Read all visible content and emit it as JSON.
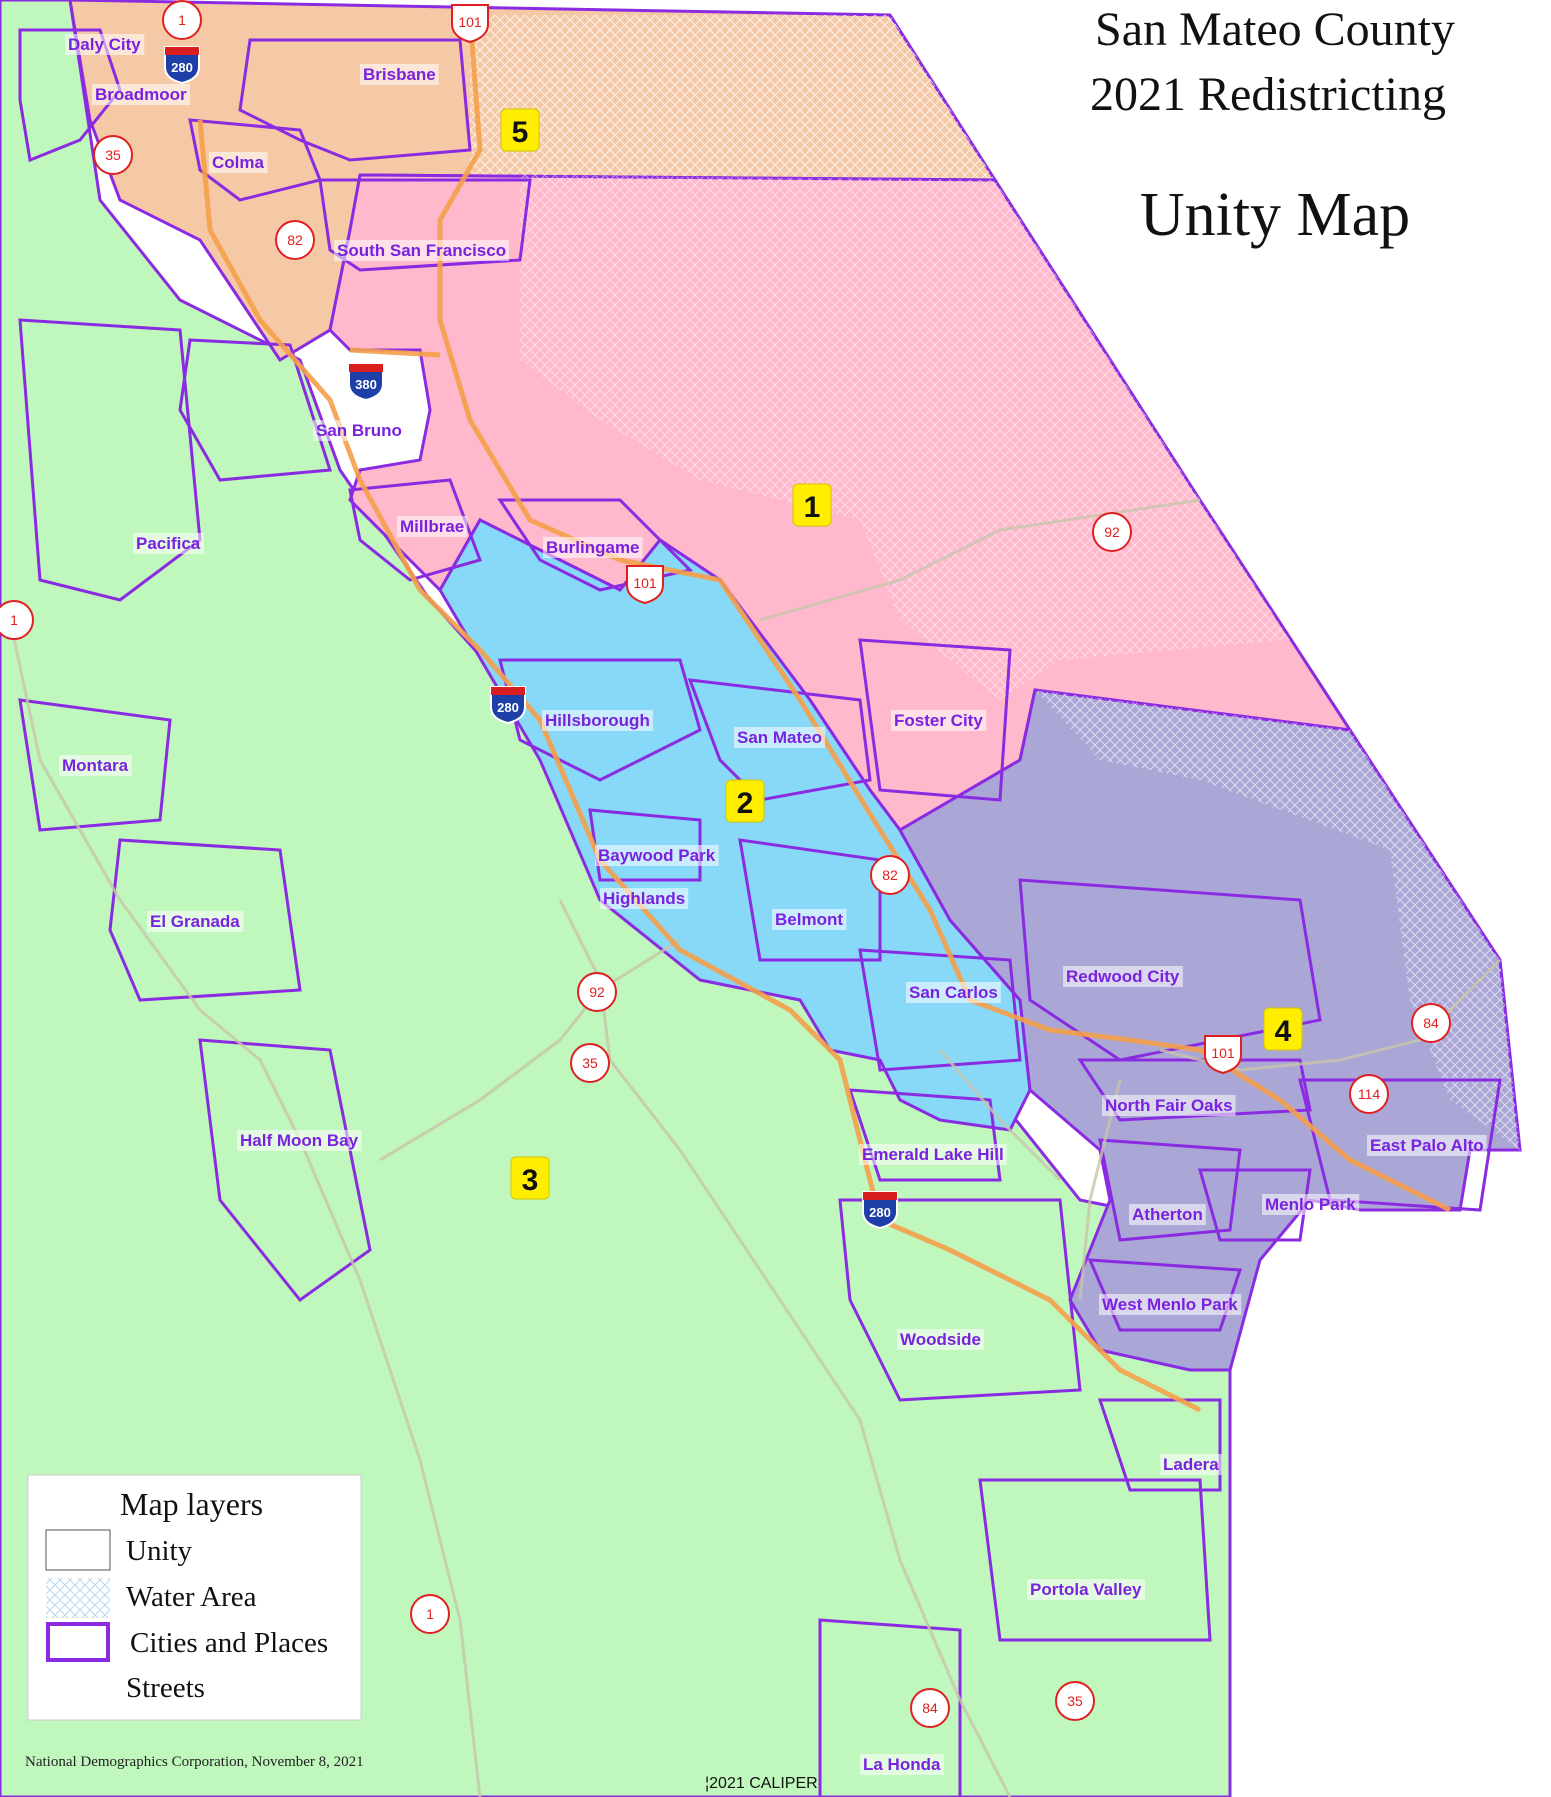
{
  "title": {
    "line1": "San Mateo County",
    "line2": "2021 Redistricting",
    "line3": "Unity Map"
  },
  "colors": {
    "district_1": "#ffb8cc",
    "district_2": "#88d8f8",
    "district_3": "#bff7bd",
    "district_4": "#aaa7d6",
    "district_5": "#f5c9a6",
    "boundary": "#8a2be2",
    "freeway": "#f5a04a",
    "street": "#c8c4aa",
    "shield_red": "#e02020",
    "district_label_bg": "#ffee00"
  },
  "districts": [
    {
      "number": "1"
    },
    {
      "number": "2"
    },
    {
      "number": "3"
    },
    {
      "number": "4"
    },
    {
      "number": "5"
    }
  ],
  "places": [
    "Daly City",
    "Broadmoor",
    "Brisbane",
    "Colma",
    "South San Francisco",
    "San Bruno",
    "Pacifica",
    "Millbrae",
    "Burlingame",
    "Hillsborough",
    "San Mateo",
    "Foster City",
    "Montara",
    "Baywood Park",
    "Highlands",
    "Belmont",
    "El Granada",
    "San Carlos",
    "Redwood City",
    "North Fair Oaks",
    "East Palo Alto",
    "Half Moon Bay",
    "Emerald Lake Hill",
    "Atherton",
    "Menlo Park",
    "West Menlo Park",
    "Woodside",
    "Ladera",
    "Portola Valley",
    "La Honda"
  ],
  "highway_shields": [
    {
      "label": "1",
      "kind": "state"
    },
    {
      "label": "280",
      "kind": "interstate"
    },
    {
      "label": "101",
      "kind": "us"
    },
    {
      "label": "35",
      "kind": "state"
    },
    {
      "label": "82",
      "kind": "state"
    },
    {
      "label": "380",
      "kind": "interstate"
    },
    {
      "label": "1",
      "kind": "state"
    },
    {
      "label": "101",
      "kind": "us"
    },
    {
      "label": "92",
      "kind": "state"
    },
    {
      "label": "280",
      "kind": "interstate"
    },
    {
      "label": "82",
      "kind": "state"
    },
    {
      "label": "92",
      "kind": "state"
    },
    {
      "label": "35",
      "kind": "state"
    },
    {
      "label": "101",
      "kind": "us"
    },
    {
      "label": "84",
      "kind": "state"
    },
    {
      "label": "114",
      "kind": "state"
    },
    {
      "label": "280",
      "kind": "interstate"
    },
    {
      "label": "1",
      "kind": "state"
    },
    {
      "label": "84",
      "kind": "state"
    },
    {
      "label": "35",
      "kind": "state"
    }
  ],
  "legend": {
    "title": "Map layers",
    "items": [
      {
        "label": "Unity",
        "swatch": "plain"
      },
      {
        "label": "Water Area",
        "swatch": "hatch"
      },
      {
        "label": "Cities and Places",
        "swatch": "outline"
      },
      {
        "label": "Streets",
        "swatch": "none"
      }
    ]
  },
  "credit": "National Demographics Corporation, November 8, 2021",
  "copyright": "¦2021 CALIPER"
}
